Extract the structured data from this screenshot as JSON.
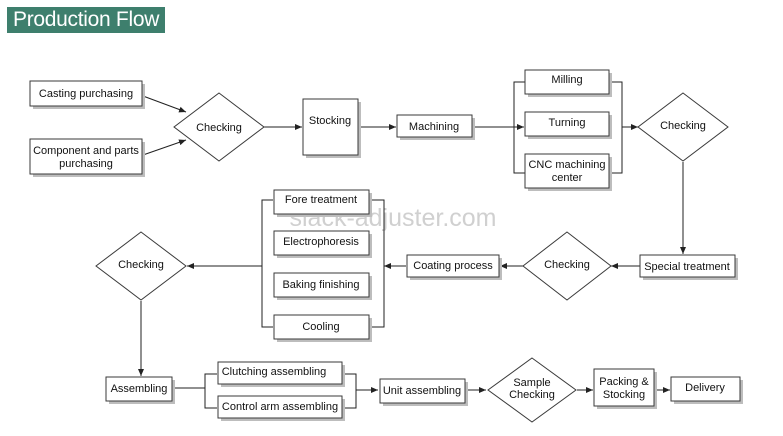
{
  "header": {
    "title": "Production Flow"
  },
  "watermark": "slack-adjuster.com",
  "nodes": {
    "casting_purchasing": "Casting purchasing",
    "component_parts_line1": "Component and parts",
    "component_parts_line2": "purchasing",
    "checking_1": "Checking",
    "stocking": "Stocking",
    "machining": "Machining",
    "milling": "Milling",
    "turning": "Turning",
    "cnc_line1": "CNC machining",
    "cnc_line2": "center",
    "checking_2": "Checking",
    "special_treatment": "Special treatment",
    "checking_3": "Checking",
    "coating_process": "Coating process",
    "fore_treatment": "Fore treatment",
    "electrophoresis": "Electrophoresis",
    "baking_finishing": "Baking finishing",
    "cooling": "Cooling",
    "checking_4": "Checking",
    "assembling": "Assembling",
    "clutching_assembling": "Clutching assembling",
    "control_arm_assembling": "Control arm assembling",
    "unit_assembling": "Unit assembling",
    "sample_checking_line1": "Sample",
    "sample_checking_line2": "Checking",
    "packing_line1": "Packing &",
    "packing_line2": "Stocking",
    "delivery": "Delivery"
  }
}
